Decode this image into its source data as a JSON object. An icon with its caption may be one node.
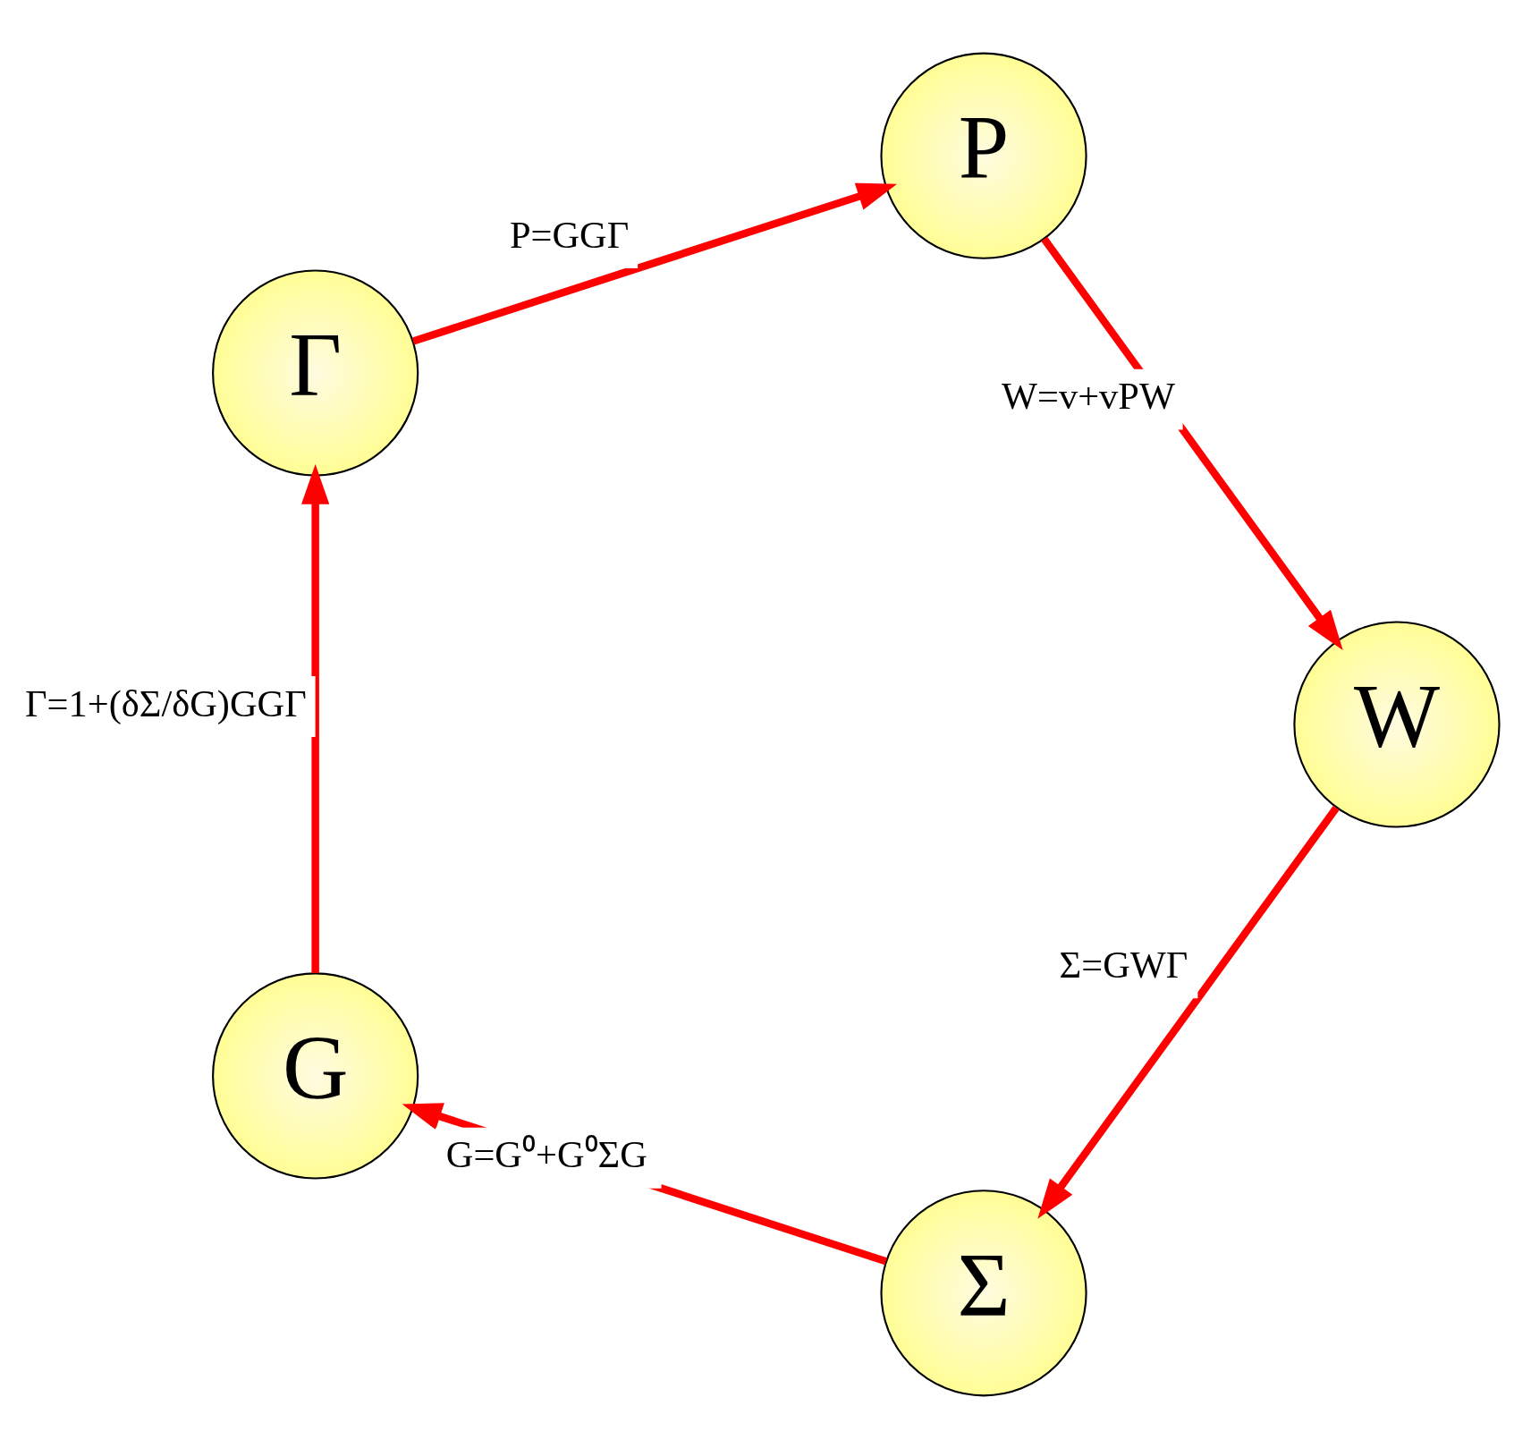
{
  "diagram": {
    "nodes": [
      {
        "text": [
          "Σ"
        ]
      },
      {
        "text": [
          "G"
        ]
      },
      {
        "text": [
          "Γ"
        ]
      },
      {
        "text": [
          "P"
        ]
      },
      {
        "text": [
          "W"
        ]
      }
    ],
    "edges": [
      {
        "from": 4,
        "to": 0,
        "arrow": "to",
        "label": "Σ=GWΓ"
      },
      {
        "from": 0,
        "to": 1,
        "arrow": "to",
        "label": "G=G⁰+G⁰ΣG"
      },
      {
        "from": 1,
        "to": 2,
        "arrow": "to",
        "label": "Γ=1+(δΣ/δG)GGΓ"
      },
      {
        "from": 2,
        "to": 3,
        "arrow": "to",
        "label": "P=GGΓ"
      },
      {
        "from": 3,
        "to": 4,
        "arrow": "to",
        "label": "W=v+vPW"
      }
    ]
  }
}
